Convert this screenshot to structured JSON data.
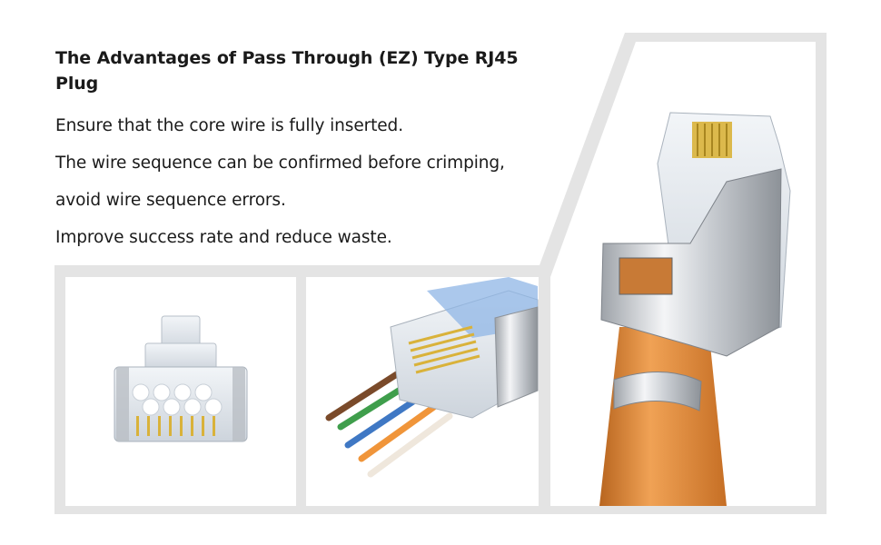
{
  "content": {
    "headline": "The Advantages of Pass Through (EZ) Type RJ45 Plug",
    "lines": [
      "Ensure that the core wire is fully inserted.",
      "The wire sequence can be confirmed before crimping,",
      "avoid wire sequence errors.",
      "Improve success rate and reduce waste."
    ]
  },
  "colors": {
    "frame": "#e4e4e4",
    "text": "#1a1a1a",
    "cable_jacket": "#e08a3c",
    "shield_metal": "#cfd2d6",
    "gold_pins": "#d9b23a",
    "wire_brown": "#7a4a2a",
    "wire_green": "#3f9e4c",
    "wire_blue": "#3f78c4",
    "wire_orange": "#f0953a",
    "wire_white": "#efe7dc"
  },
  "images": {
    "left": "rj45-plug-front-photo",
    "middle": "rj45-pass-through-wires-photo",
    "right": "shielded-rj45-plug-on-cable-photo"
  }
}
